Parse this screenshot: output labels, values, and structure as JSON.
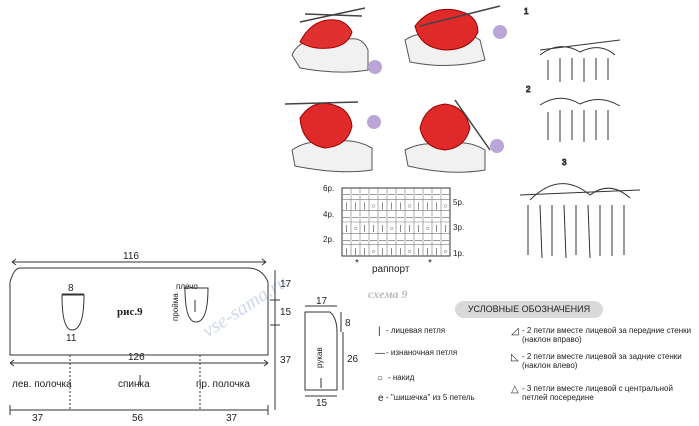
{
  "pattern_body": {
    "width_top": "116",
    "width_bottom": "126",
    "depth_right_top": "17",
    "depth_right_side": "15",
    "height_right": "37",
    "armhole_width": "8",
    "armhole_gap": "11",
    "shoulder_label": "плечо",
    "armhole_label": "пройма",
    "fig_label": "рис.9",
    "part_left": "лев. полочка",
    "part_center": "спинка",
    "part_right": "пр. полочка",
    "bottom_left": "37",
    "bottom_center": "56",
    "bottom_right": "37"
  },
  "sleeve": {
    "top": "17",
    "side_top": "8",
    "height": "26",
    "bottom": "15",
    "label": "рукав"
  },
  "chart": {
    "rows_left": [
      "6р.",
      "4р.",
      "2р."
    ],
    "rows_right": [
      "5р.",
      "3р.",
      "1р."
    ],
    "repeat_label": "раппорт",
    "repeat_marker": "*"
  },
  "schema_label": "схема 9",
  "watermark": "vse-sama.ru",
  "legend": {
    "title": "УСЛОВНЫЕ ОБОЗНАЧЕНИЯ",
    "items": [
      {
        "symbol": "|",
        "text": "- лицевая петля"
      },
      {
        "symbol": "—",
        "text": "- изнаночная петля"
      },
      {
        "symbol": "○",
        "text": "- накид"
      },
      {
        "symbol": "e",
        "text": "- \"шишечка\" из 5 петель"
      },
      {
        "symbol": "◿",
        "text": "- 2 петли вместе лицевой за передние стенки (наклон вправо)"
      },
      {
        "symbol": "◺",
        "text": "- 2 петли вместе лицевой за задние стенки (наклон влево)"
      },
      {
        "symbol": "△",
        "text": "- 3 петли вместе лицевой с центральной петлей посередине"
      }
    ]
  },
  "step_marks": [
    "1",
    "2",
    "3"
  ]
}
